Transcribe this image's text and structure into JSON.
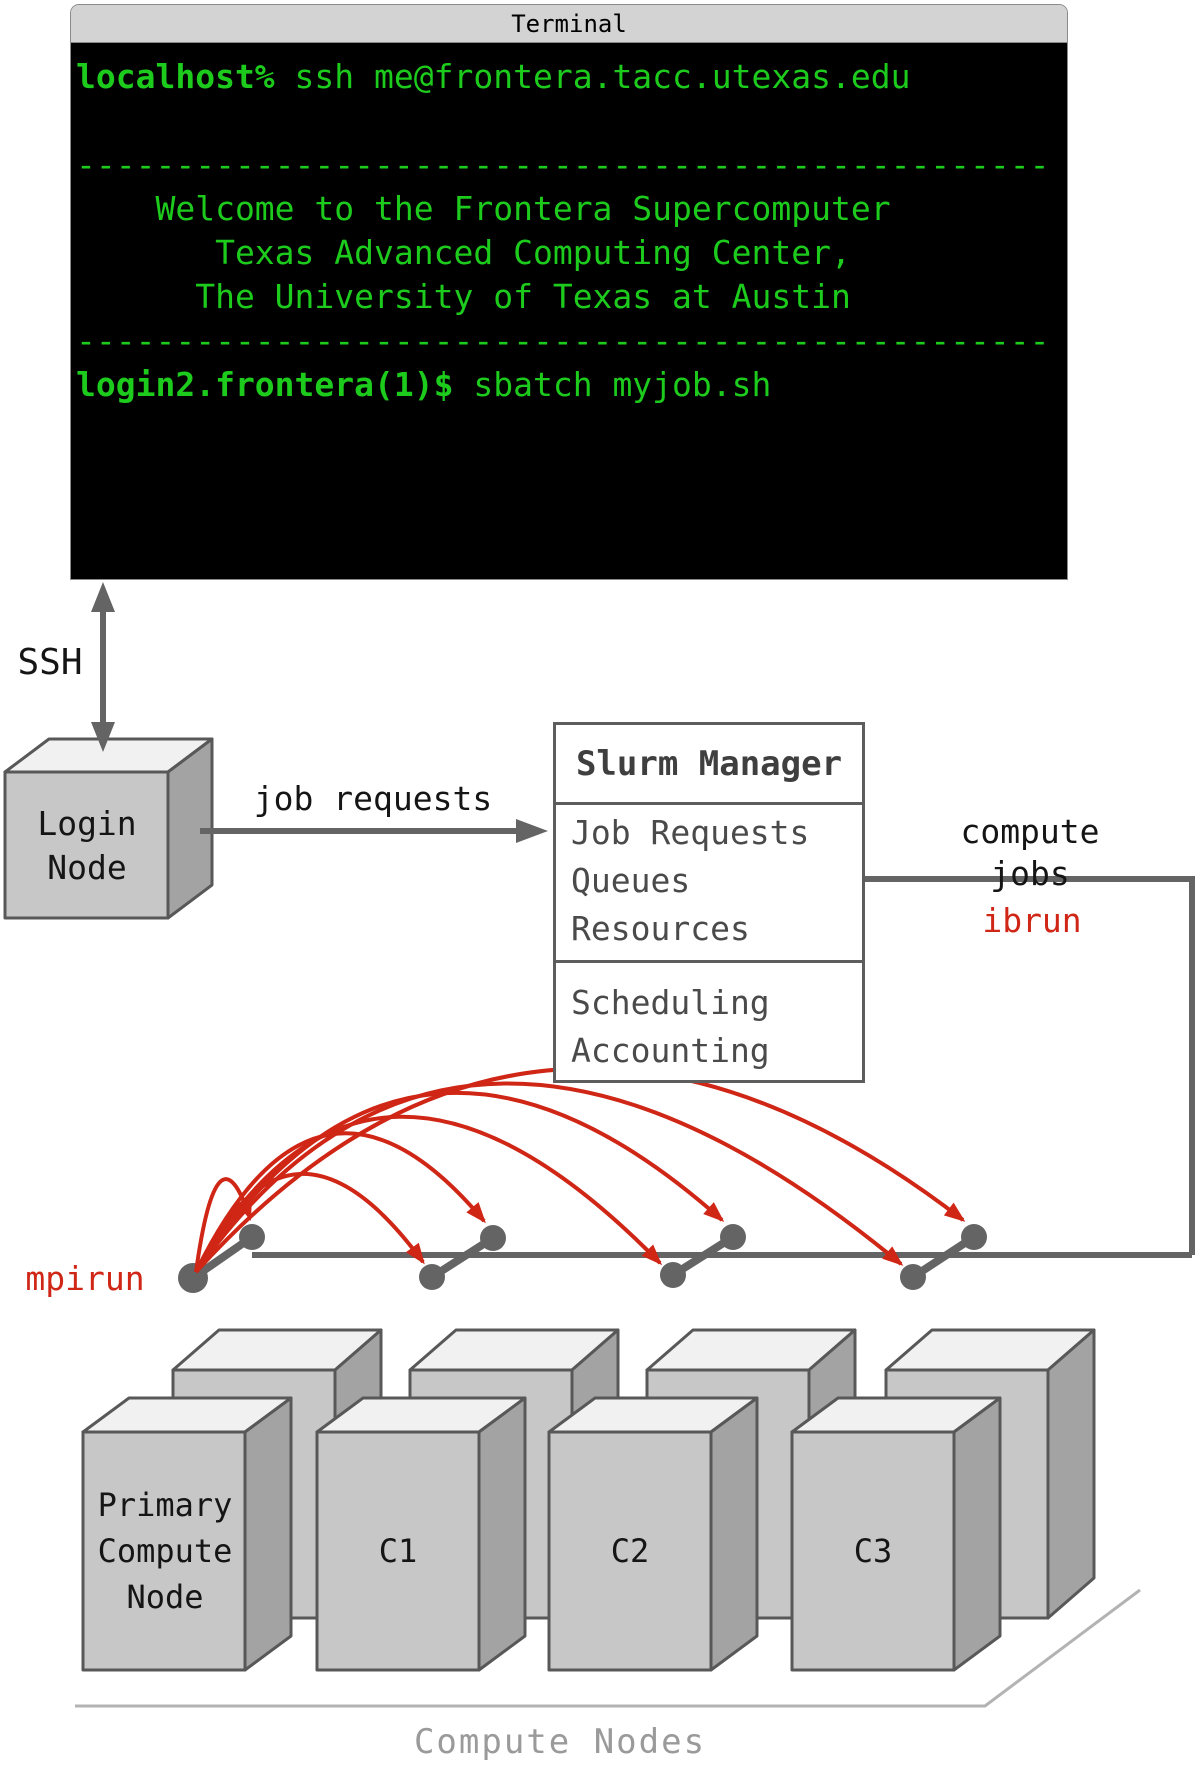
{
  "terminal": {
    "title": "Terminal",
    "prompt_local": "localhost%",
    "cmd_ssh": " ssh me@frontera.tacc.utexas.edu",
    "separator": "-------------------------------------------------",
    "banner_line1": "    Welcome to the Frontera Supercomputer",
    "banner_line2": "       Texas Advanced Computing Center,",
    "banner_line3": "      The University of Texas at Austin",
    "prompt_login": "login2.frontera(1)$",
    "cmd_sbatch": " sbatch myjob.sh"
  },
  "diagram": {
    "ssh_label": "SSH",
    "login_node_label": "Login\nNode",
    "job_requests_label": "job requests",
    "slurm": {
      "title": "Slurm Manager",
      "row_job_requests": "Job Requests",
      "row_queues": "Queues",
      "row_resources": "Resources",
      "row_scheduling": "Scheduling",
      "row_accounting": "Accounting"
    },
    "compute_jobs_label": "compute jobs",
    "ibrun_label": "ibrun",
    "mpirun_label": "mpirun",
    "mpirun_process_arcs": 7,
    "nodes": {
      "primary": "Primary\nCompute\nNode",
      "c1": "C1",
      "c2": "C2",
      "c3": "C3"
    },
    "caption": "Compute Nodes"
  },
  "colors": {
    "terminal_green": "#1dcb1d",
    "accent_red": "#cf2616",
    "connector_gray": "#646464",
    "caption_gray": "#9a9a9a"
  }
}
